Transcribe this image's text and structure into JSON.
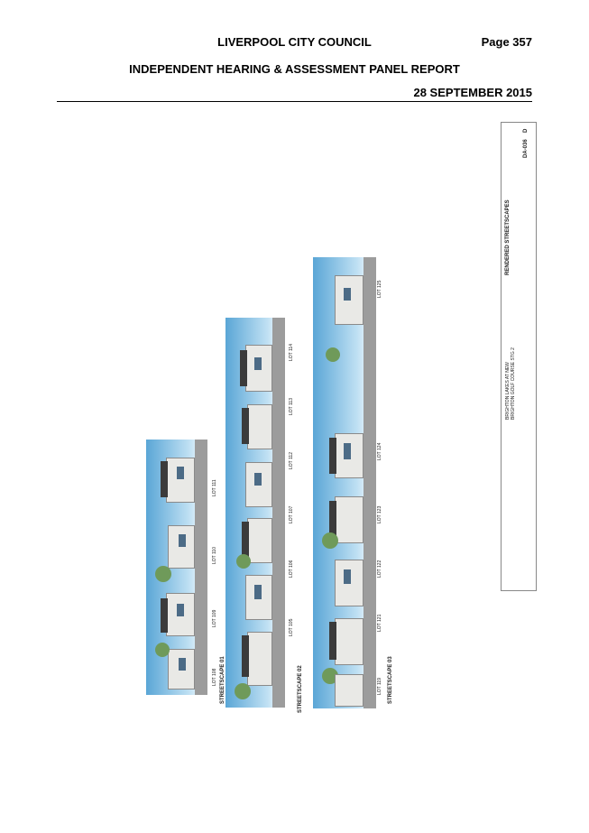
{
  "header": {
    "council": "LIVERPOOL CITY COUNCIL",
    "page": "Page 357",
    "panel": "INDEPENDENT HEARING & ASSESSMENT PANEL REPORT",
    "date": "28 SEPTEMBER 2015"
  },
  "drawing": {
    "streetscapes": [
      {
        "label": "STREETSCAPE 01",
        "lots": [
          "LOT 111",
          "LOT 110",
          "LOT 109",
          "LOT 108"
        ]
      },
      {
        "label": "STREETSCAPE 02",
        "lots": [
          "LOT 114",
          "LOT 113",
          "LOT 112",
          "LOT 107",
          "LOT 106",
          "LOT 105"
        ]
      },
      {
        "label": "STREETSCAPE 03",
        "lots": [
          "LOT 125",
          "LOT 124",
          "LOT 123",
          "LOT 122",
          "LOT 121",
          "LOT 119"
        ]
      }
    ],
    "title_block": {
      "sheet_title": "RENDERED STREETSCAPES",
      "project": "BRIGHTON LAKES AT NEW BRIGHTON GOLF COURSE STG 2",
      "drawing_no": "DA-036",
      "revision": "D"
    }
  },
  "colors": {
    "sky": "#5aa6d6",
    "ground": "#9c9c9c",
    "roof": "#3b3b3b"
  }
}
